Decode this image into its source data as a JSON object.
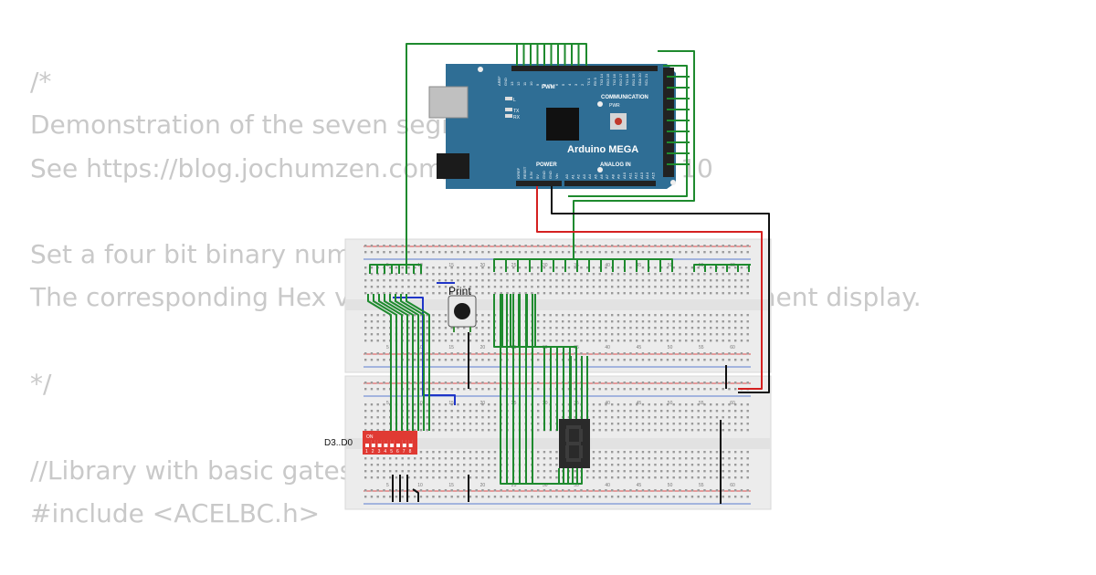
{
  "code_lines": [
    "/*",
    "Demonstration of the seven segment display",
    "See https://blog.jochumzen.com/p/simulator-entry 10",
    "",
    "Set a four bit binary number using the DIP switch.",
    "The corresponding Hex value is shown on the seven segment display.",
    "",
    "*/",
    "",
    "//Library with basic gates",
    "#include <ACELBC.h>"
  ],
  "board": {
    "name": "Arduino MEGA",
    "pwm_label": "PWM",
    "communication_label": "COMMUNICATION",
    "power_label": "POWER",
    "analog_label": "ANALOG IN",
    "pwr_label": "PWR",
    "l_label": "L",
    "tx_label": "TX",
    "rx_label": "RX",
    "top_pins": [
      "AREF",
      "GND",
      "13",
      "12",
      "11",
      "10",
      "9",
      "8",
      "7",
      "6",
      "5",
      "4",
      "3",
      "2",
      "TX 1",
      "RX 0",
      "TX3 14",
      "RX3 15",
      "TX2 16",
      "RX2 17",
      "TX1 18",
      "RX1 19",
      "SDA 20",
      "SCL 21"
    ],
    "power_pins": [
      "IOREF",
      "RESET",
      "3.3V",
      "5V",
      "GND",
      "GND",
      "Vin"
    ],
    "analog_pins": [
      "A0",
      "A1",
      "A2",
      "A3",
      "A4",
      "A5",
      "A6",
      "A7",
      "A8",
      "A9",
      "A10",
      "A11",
      "A12",
      "A13",
      "A14",
      "A15"
    ]
  },
  "components": {
    "pushbutton_label": "Print",
    "dip_label": "D3..D0",
    "dip_on_label": "ON",
    "dip_numbers": [
      "1",
      "2",
      "3",
      "4",
      "5",
      "6",
      "7",
      "8"
    ],
    "dip_on_states": [
      true,
      true,
      true,
      true,
      true,
      true,
      true,
      true
    ],
    "seven_segment_digit": "8"
  },
  "breadboard": {
    "column_numbers": [
      "5",
      "10",
      "15",
      "20",
      "25",
      "30",
      "35",
      "40",
      "45",
      "50",
      "55",
      "60"
    ]
  },
  "colors": {
    "code_text": "#c9c9c9",
    "board_blue": "#2f6e95",
    "wire_green": "#1e8a2e",
    "wire_red": "#d42020",
    "wire_black": "#111111",
    "wire_blue": "#1f35c8",
    "breadboard": "#ececec",
    "rail_red": "#e04a4a",
    "rail_blue": "#5a7bd0",
    "dip_red": "#e03a33",
    "segment_body": "#2a2a2a"
  }
}
